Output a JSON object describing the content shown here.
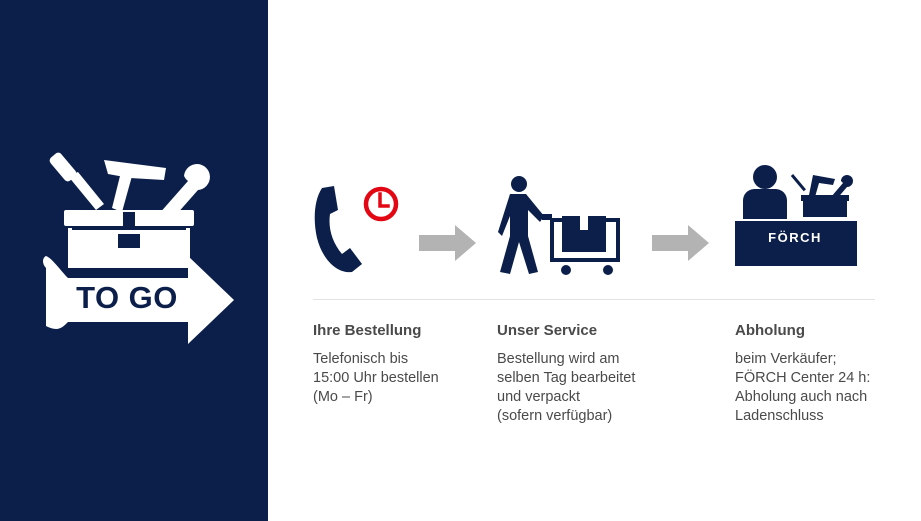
{
  "logo": {
    "label": "TO GO"
  },
  "steps": [
    {
      "title": "Ihre Bestellung",
      "lines": [
        "Telefonisch bis",
        "15:00 Uhr bestellen",
        "(Mo – Fr)"
      ]
    },
    {
      "title": "Unser Service",
      "lines": [
        "Bestellung wird am",
        "selben Tag bearbeitet",
        "und verpackt",
        "(sofern verfügbar)"
      ]
    },
    {
      "title": "Abholung",
      "lines": [
        "beim Verkäufer;",
        "FÖRCH Center 24 h:",
        "Abholung auch nach",
        "Ladenschluss"
      ]
    }
  ],
  "counter_brand": "FÖRCH",
  "icons": [
    "toolbox-icon",
    "phone-icon",
    "clock-icon",
    "arrow-right-icon",
    "worker-cart-icon",
    "arrow-right-icon",
    "pickup-counter-icon"
  ],
  "colors": {
    "navy": "#0c1f4b",
    "red": "#e30613",
    "arrow_gray": "#b3b3b3",
    "text": "#4a4a4a"
  }
}
